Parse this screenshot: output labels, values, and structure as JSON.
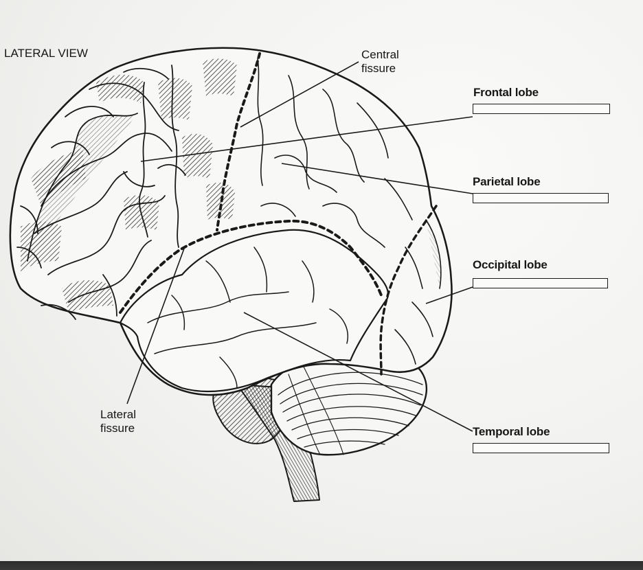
{
  "view_title": "LATERAL VIEW",
  "pointer_labels": {
    "central_fissure": [
      "Central",
      "fissure"
    ],
    "lateral_fissure": [
      "Lateral",
      "fissure"
    ]
  },
  "lobes": [
    {
      "id": "frontal",
      "label": "Frontal lobe",
      "answer": ""
    },
    {
      "id": "parietal",
      "label": "Parietal lobe",
      "answer": ""
    },
    {
      "id": "occipital",
      "label": "Occipital lobe",
      "answer": ""
    },
    {
      "id": "temporal",
      "label": "Temporal lobe",
      "answer": ""
    }
  ],
  "colors": {
    "ink": "#161616",
    "paper": "#f3f3f1"
  }
}
